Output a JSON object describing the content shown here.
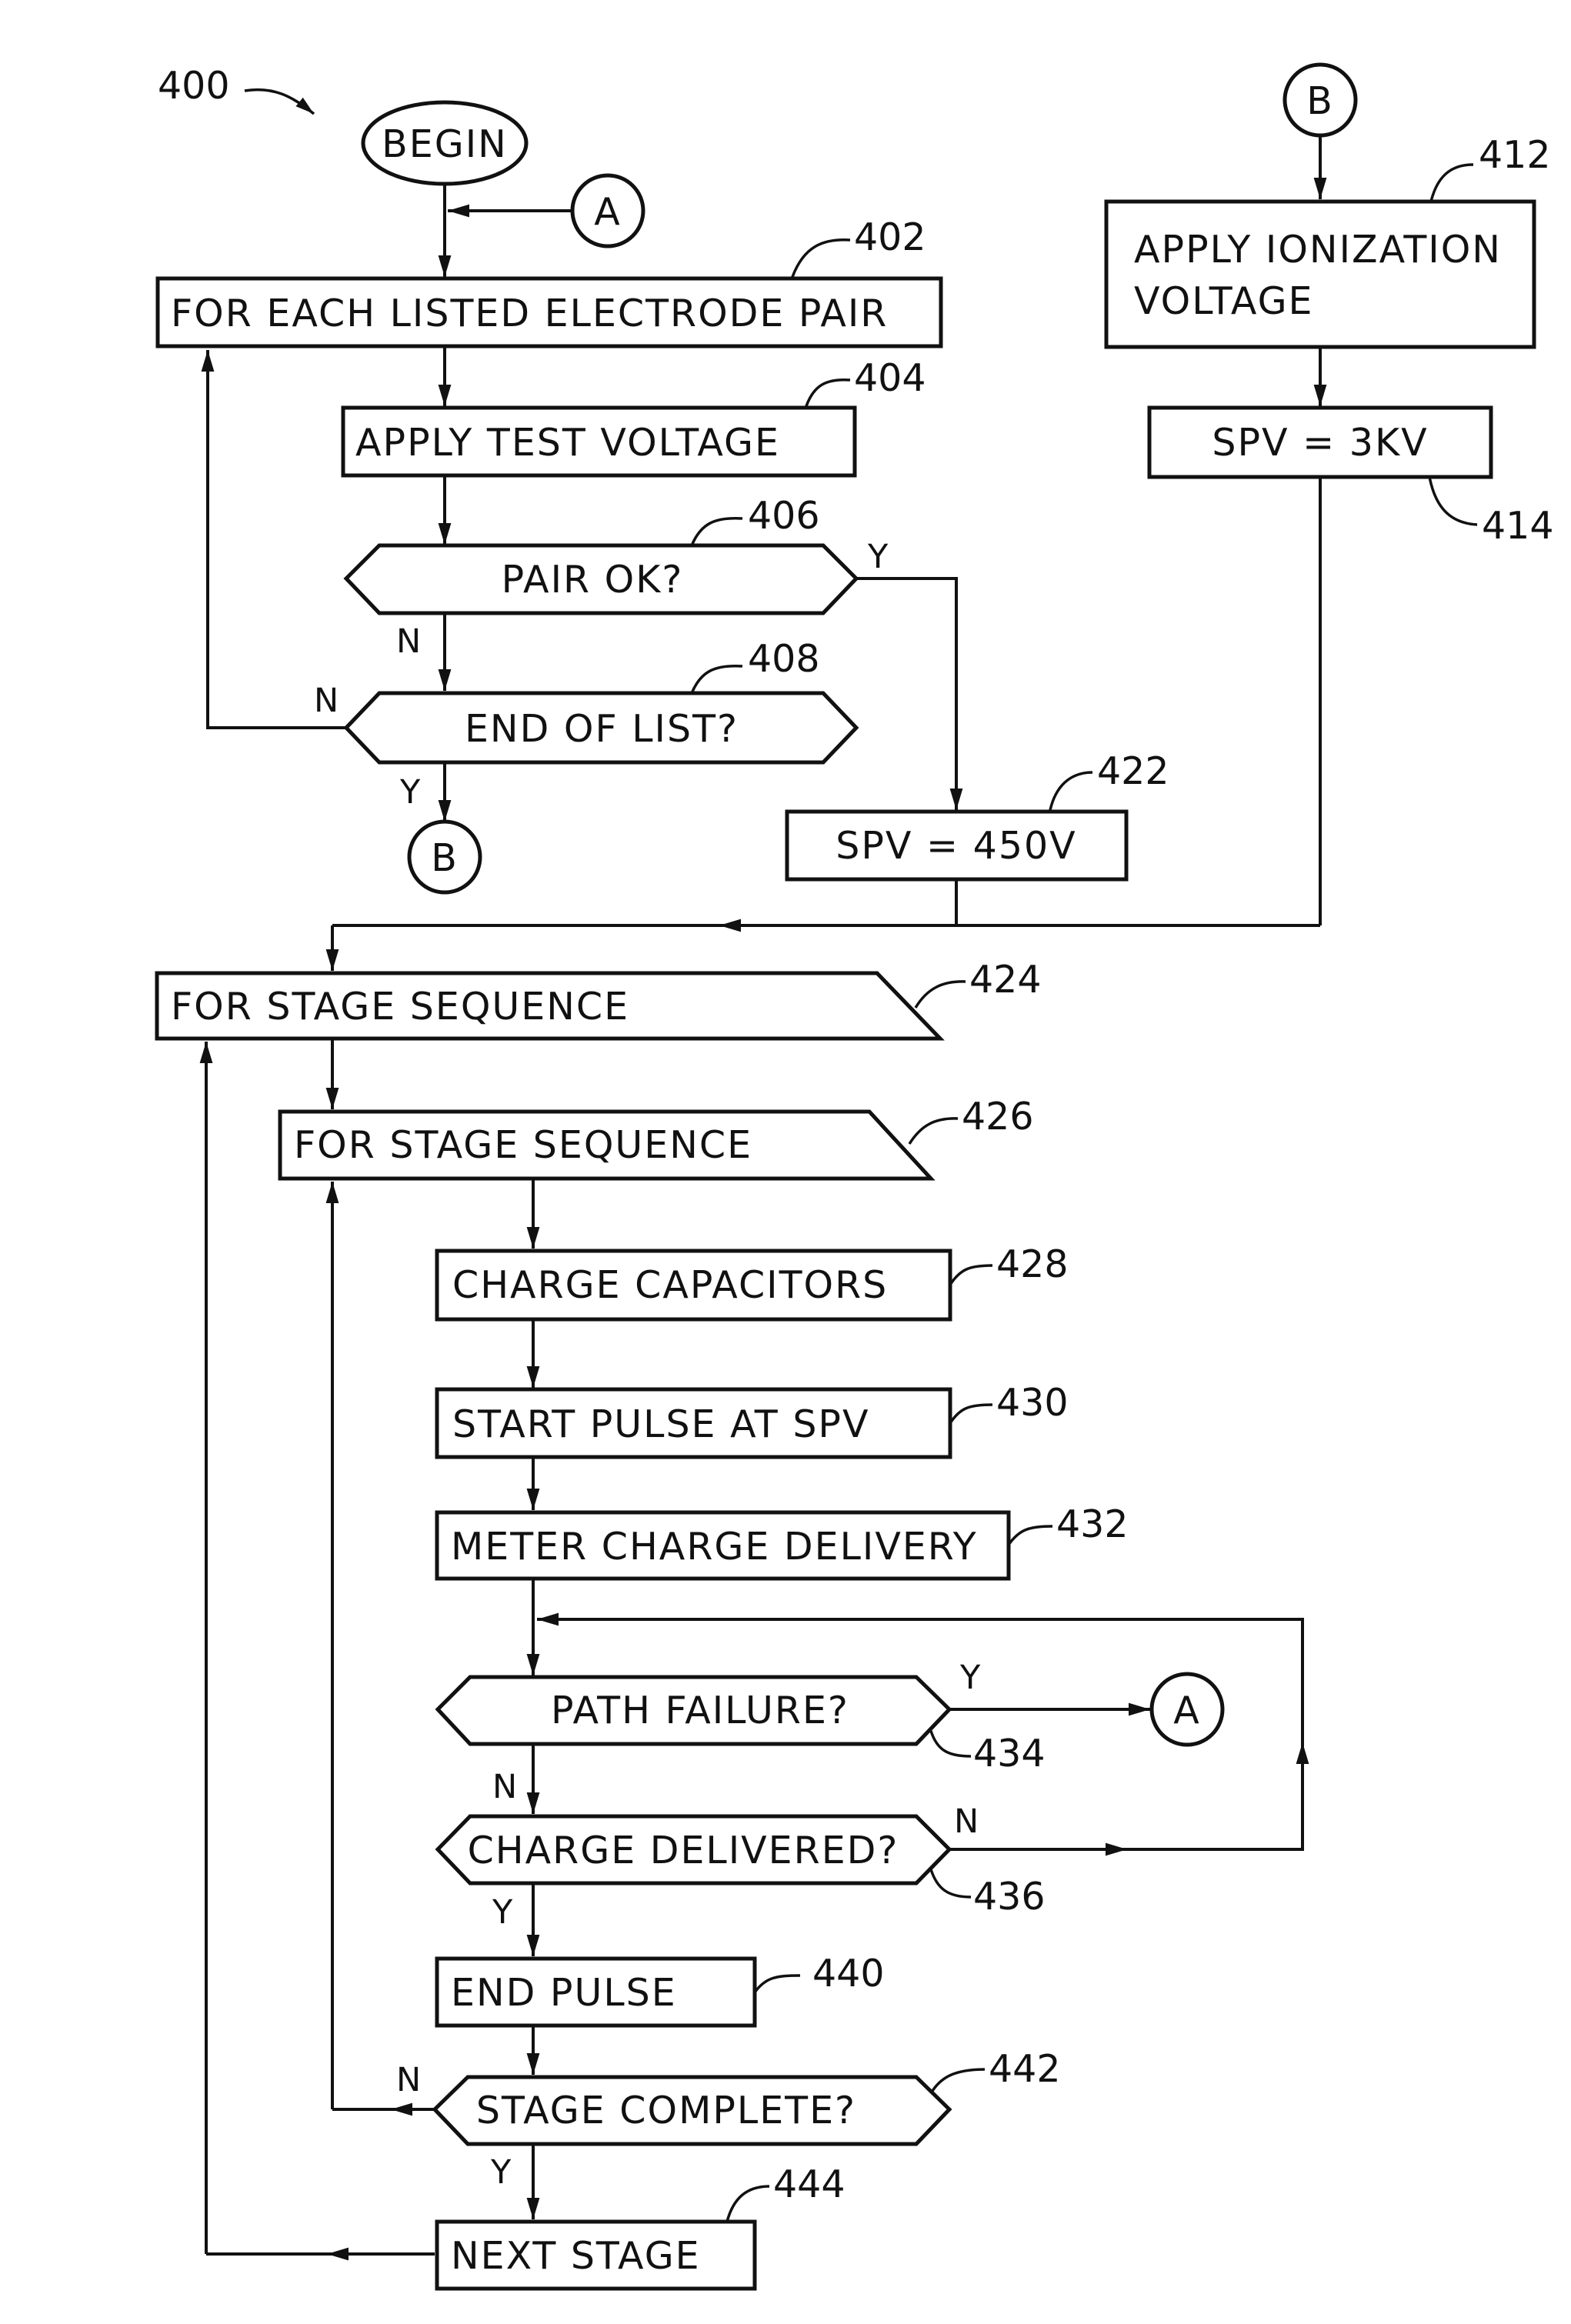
{
  "figure_number": "400",
  "terminals": {
    "begin": "BEGIN",
    "connector_a": "A",
    "connector_b": "B"
  },
  "steps": {
    "s402": {
      "ref": "402",
      "text": "FOR EACH LISTED ELECTRODE PAIR"
    },
    "s404": {
      "ref": "404",
      "text": "APPLY TEST VOLTAGE"
    },
    "s406": {
      "ref": "406",
      "text": "PAIR OK?"
    },
    "s408": {
      "ref": "408",
      "text": "END OF LIST?"
    },
    "s412": {
      "ref": "412",
      "line1": "APPLY IONIZATION",
      "line2": "VOLTAGE"
    },
    "s414": {
      "ref": "414",
      "text": "SPV = 3KV"
    },
    "s422": {
      "ref": "422",
      "text": "SPV = 450V"
    },
    "s424": {
      "ref": "424",
      "text": "FOR STAGE SEQUENCE"
    },
    "s426": {
      "ref": "426",
      "text": "FOR STAGE SEQUENCE"
    },
    "s428": {
      "ref": "428",
      "text": "CHARGE CAPACITORS"
    },
    "s430": {
      "ref": "430",
      "text": "START PULSE AT SPV"
    },
    "s432": {
      "ref": "432",
      "text": "METER CHARGE DELIVERY"
    },
    "s434": {
      "ref": "434",
      "text": "PATH FAILURE?"
    },
    "s436": {
      "ref": "436",
      "text": "CHARGE DELIVERED?"
    },
    "s440": {
      "ref": "440",
      "text": "END PULSE"
    },
    "s442": {
      "ref": "442",
      "text": "STAGE COMPLETE?"
    },
    "s444": {
      "ref": "444",
      "text": "NEXT STAGE"
    }
  },
  "branch_labels": {
    "yes": "Y",
    "no": "N"
  }
}
